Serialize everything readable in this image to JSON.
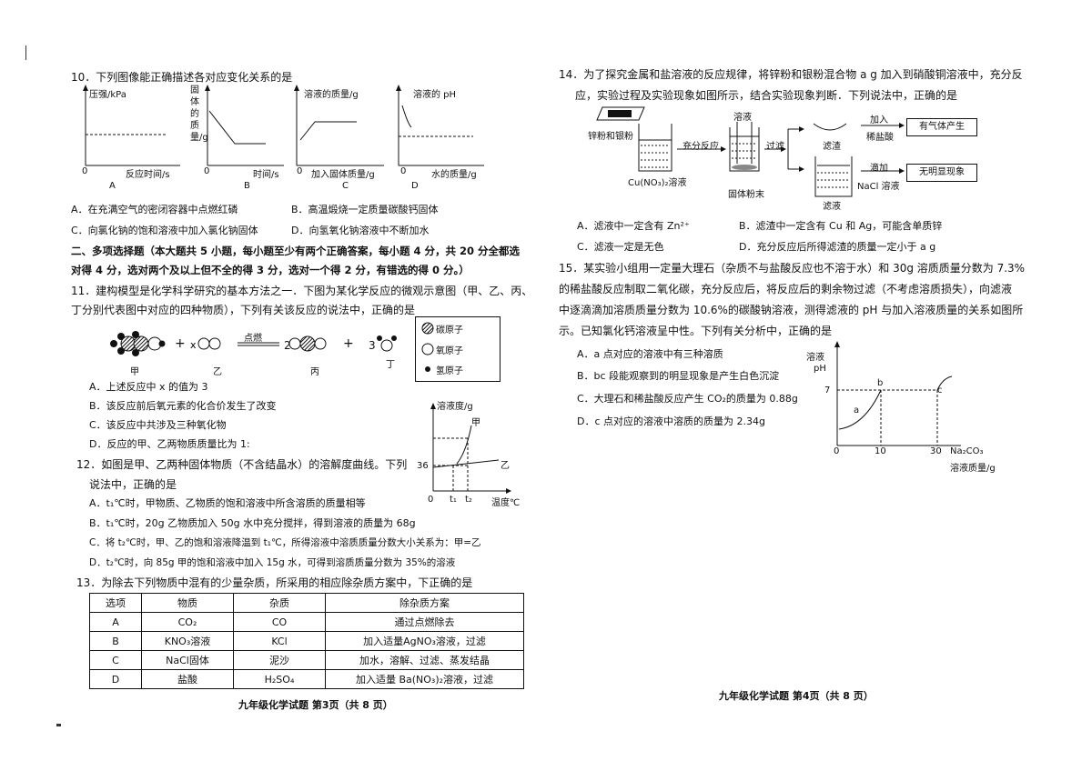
{
  "left": {
    "q10": {
      "stem": "10．下列图像能正确描述各对应变化关系的是",
      "graphs": [
        {
          "ylabel": "压强/kPa",
          "xlabel": "反应时间/s",
          "origin": "0",
          "letter": "A"
        },
        {
          "ylabel": "固体的质量/g",
          "xlabel": "时间/s",
          "origin": "0",
          "letter": "B"
        },
        {
          "ylabel": "溶液的质量/g",
          "xlabel": "加入固体质量/g",
          "origin": "0",
          "letter": "C"
        },
        {
          "ylabel": "溶液的 pH",
          "xlabel": "水的质量/g",
          "origin": "0",
          "letter": "D"
        }
      ],
      "options": [
        "A．在充满空气的密闭容器中点燃红磷",
        "B．高温煅烧一定质量碳酸钙固体",
        "C．向氯化钠的饱和溶液中加入氯化钠固体",
        "D．向氢氧化钠溶液中不断加水"
      ]
    },
    "section2": {
      "line1": "二、多项选择题（本大题共 5 小题，每小题至少有两个正确答案，每小题 4 分，共 20 分全都选",
      "line2": "对得 4 分，选对两个及以上但不全的得 3 分，选对一个得 2 分，有错选的得 0 分。）"
    },
    "q11": {
      "line1": "11．建构模型是化学科学研究的基本方法之一．下图为某化学反应的微观示意图（甲、乙、丙、",
      "line2": "丁分别代表图中对应的四种物质），下列有关该反应的说法中，正确的是",
      "equation": {
        "jia": "甲",
        "yi": "乙",
        "bing": "丙",
        "ding": "丁",
        "plus": "+",
        "condition": "点燃",
        "coef_bing": "2",
        "coef_ding": "3"
      },
      "legend": [
        "碳原子",
        "氧原子",
        "氢原子"
      ],
      "options": [
        "A．上述反应中 x 的值为 3",
        "B．该反应前后氧元素的化合价发生了改变",
        "C．该反应中共涉及三种氧化物",
        "D．反应的甲、乙两物质质量比为 1:"
      ]
    },
    "q12": {
      "line1": "12．如图是甲、乙两种固体物质（不含结晶水）的溶解度曲线。下列",
      "line2": "说法中，正确的是",
      "graph": {
        "ylabel": "溶液度/g",
        "xlabel": "温度℃",
        "origin": "0",
        "value36": "36",
        "t1": "t₁",
        "t2": "t₂",
        "jia": "甲",
        "yi": "乙"
      },
      "options": [
        "A．t₁℃时，甲物质、乙物质的饱和溶液中所含溶质的质量相等",
        "B．t₁℃时，20g 乙物质加入 50g 水中充分搅拌，得到溶液的质量为 68g",
        "C．将 t₂℃时，甲、乙的饱和溶液降温到 t₁℃，所得溶液中溶质质量分数大小关系为：甲=乙",
        "D．t₂℃时，向 85g 甲的饱和溶液中加入 15g 水，可得到溶质质量分数为 35%的溶液"
      ]
    },
    "q13": {
      "stem": "13．为除去下列物质中混有的少量杂质，所采用的相应除杂质方案中，下正确的是",
      "headers": [
        "选项",
        "物质",
        "杂质",
        "除杂质方案"
      ],
      "rows": [
        [
          "A",
          "CO₂",
          "CO",
          "通过点燃除去"
        ],
        [
          "B",
          "KNO₃溶液",
          "KCl",
          "加入适量AgNO₃溶液，过滤"
        ],
        [
          "C",
          "NaCl固体",
          "泥沙",
          "加水，溶解、过滤、蒸发结晶"
        ],
        [
          "D",
          "盐酸",
          "H₂SO₄",
          "加入适量 Ba(NO₃)₂溶液，过滤"
        ]
      ]
    },
    "footer": "九年级化学试题 第3页（共 8 页）"
  },
  "right": {
    "q14": {
      "line1": "14．为了探究金属和盐溶液的反应规律，将锌粉和银粉混合物 a g 加入到硝酸铜溶液中，充分反",
      "line2": "应，实验过程及实验现象如图所示，结合实验现象判断．下列说法中，正确的是",
      "diagram": {
        "powder": "锌粉和银粉",
        "solution": "Cu(NO₃)₂溶液",
        "step1": "充分反应",
        "liquid": "溶液",
        "solid": "固体粉末",
        "step2": "过滤",
        "residue": "滤渣",
        "filtrate": "滤液",
        "add1": "加入",
        "reagent1": "稀盐酸",
        "result1": "有气体产生",
        "add2": "滴加",
        "reagent2": "NaCl 溶液",
        "result2": "无明显现象"
      },
      "options": [
        "A．滤液中一定含有 Zn²⁺",
        "B．滤渣中一定含有 Cu 和 Ag，可能含单质锌",
        "C．滤液一定是无色",
        "D．充分反应后所得滤渣的质量一定小于 a g"
      ]
    },
    "q15": {
      "line1": "15．某实验小组用一定量大理石（杂质不与盐酸反应也不溶于水）和 30g 溶质质量分数为 7.3%",
      "line2": "的稀盐酸反应制取二氧化碳，充分反应后，将反应后的剩余物过滤（不考虑溶质损失），向滤液",
      "line3": "中逐滴滴加溶质质量分数为 10.6%的碳酸钠溶液，测得滤液的 pH 与加入溶液质量的关系如图所",
      "line4": "示。已知氯化钙溶液呈中性。下列有关分析中，正确的是",
      "options": [
        "A．a 点对应的溶液中有三种溶质",
        "B．bc 段能观察到的明显现象是产生白色沉淀",
        "C．大理石和稀盐酸反应产生 CO₂的质量为 0.88g",
        "D．c 点对应的溶液中溶质的质量为 2.34g"
      ],
      "graph": {
        "ylabel1": "溶液",
        "ylabel2": "pH",
        "xlabel1": "Na₂CO₃",
        "xlabel2": "溶液质量/g",
        "y7": "7",
        "x0": "0",
        "x10": "10",
        "x30": "30",
        "pa": "a",
        "pb": "b",
        "pc": "c"
      }
    },
    "footer": "九年级化学试题 第4页（共 8 页）"
  }
}
